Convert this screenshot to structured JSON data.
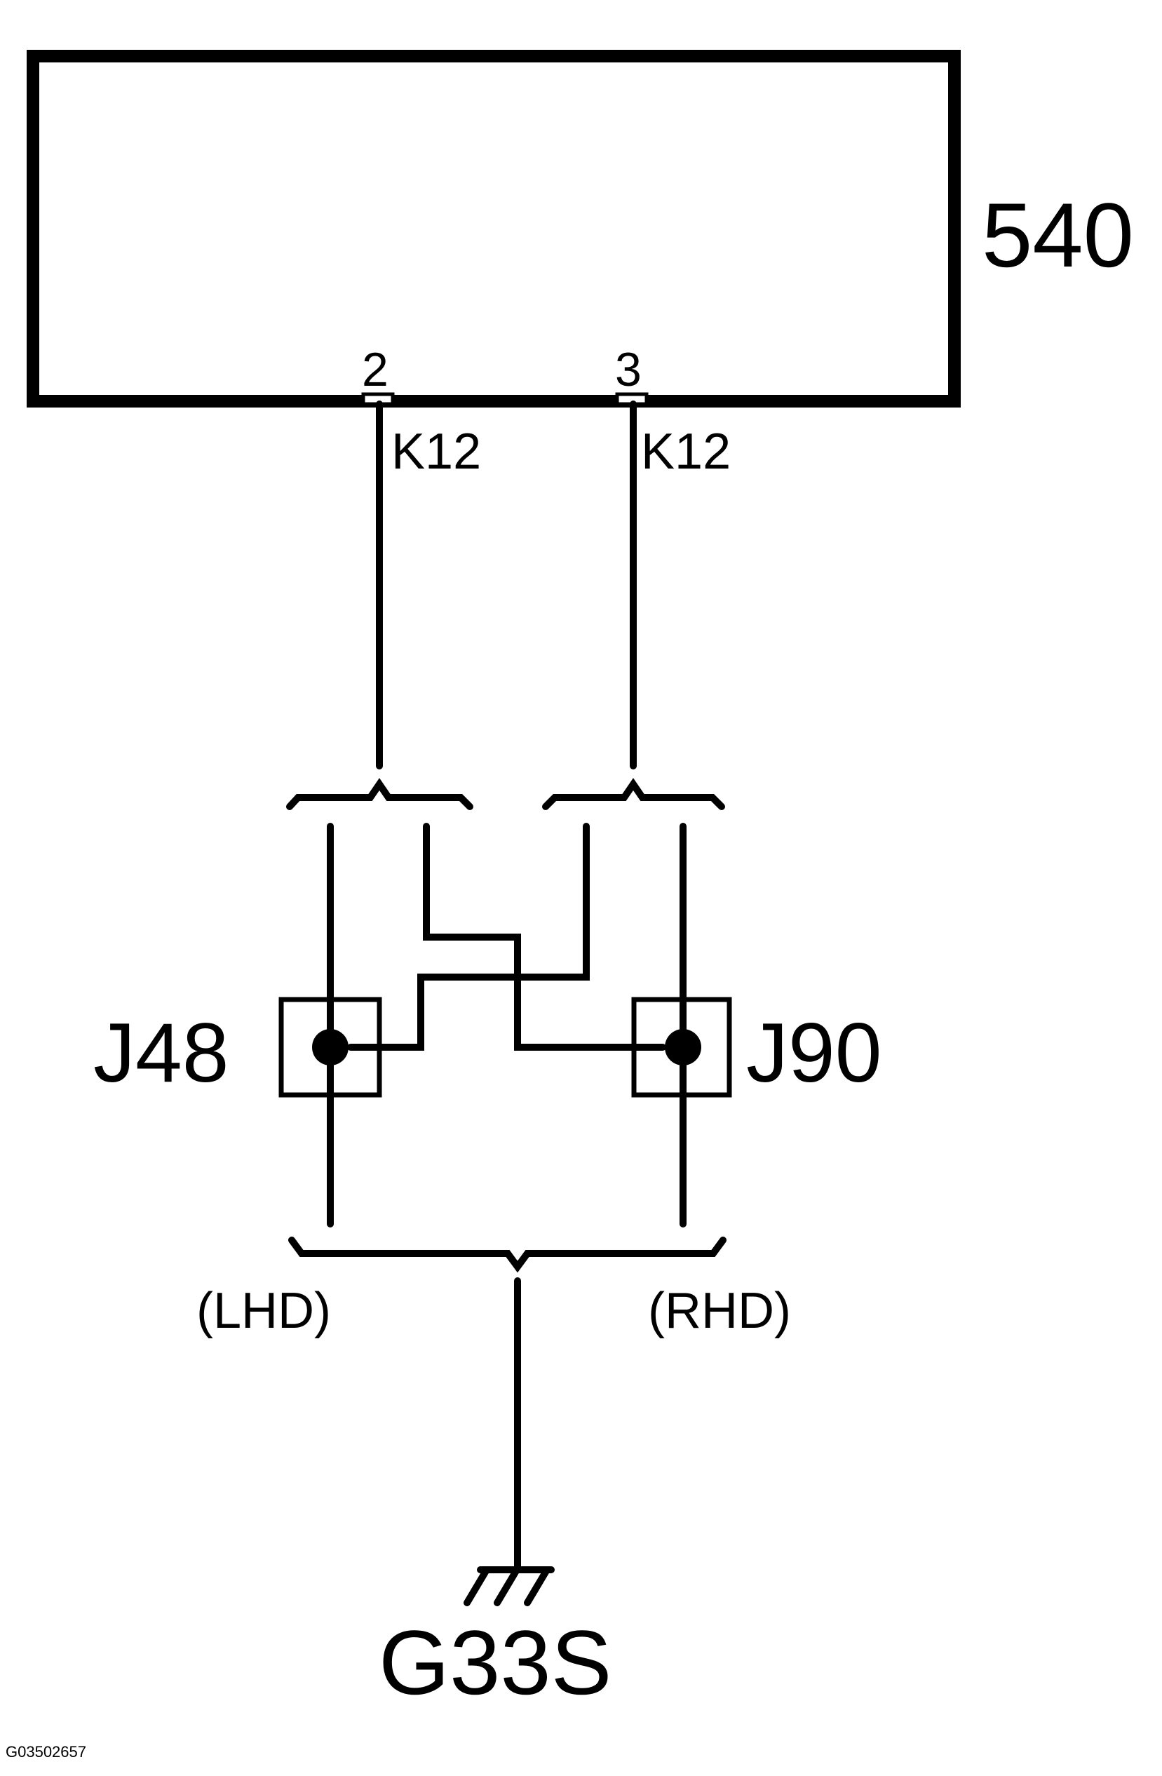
{
  "module": {
    "label": "540"
  },
  "pins": [
    {
      "number": "2",
      "circuit": "K12"
    },
    {
      "number": "3",
      "circuit": "K12"
    }
  ],
  "splices": [
    {
      "label": "J48",
      "variant": "(LHD)"
    },
    {
      "label": "J90",
      "variant": "(RHD)"
    }
  ],
  "ground": {
    "label": "G33S"
  },
  "figure_id": "G03502657"
}
